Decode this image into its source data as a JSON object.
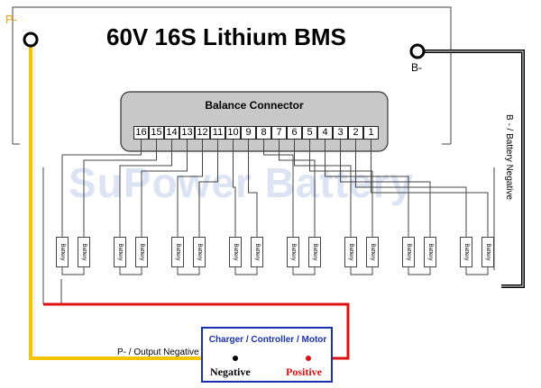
{
  "title": "60V 16S Lithium BMS",
  "watermark": "SuPower Battery",
  "terminals": {
    "p_minus": "P-",
    "b_minus": "B-"
  },
  "balance_connector": {
    "title": "Balance Connector",
    "pins": [
      "16",
      "15",
      "14",
      "13",
      "12",
      "11",
      "10",
      "9",
      "8",
      "7",
      "6",
      "5",
      "4",
      "3",
      "2",
      "1"
    ]
  },
  "cells": {
    "left_label": "Battery",
    "right_label": "Battery"
  },
  "wire_labels": {
    "b_minus_label": "B - / Battery Negative",
    "p_minus_label": "P- / Output Negative"
  },
  "load_box": {
    "title": "Charger / Controller / Motor",
    "negative": "Negative",
    "positive": "Positive"
  },
  "colors": {
    "yellow_wire": "#f5c400",
    "red_wire": "#e01010",
    "black_wire": "#000000",
    "load_box_border": "#1a30b0",
    "connector_fill": "#c8c8c8"
  }
}
